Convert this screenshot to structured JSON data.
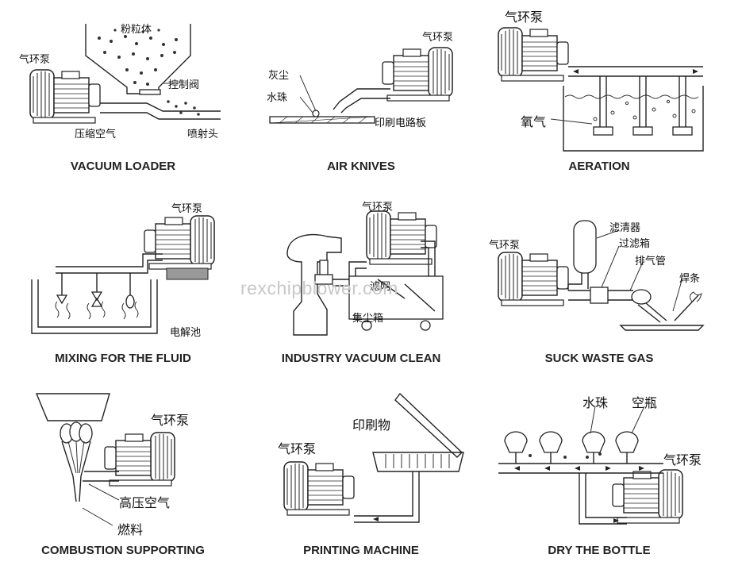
{
  "watermark": "rexchipblower.com",
  "panels": [
    {
      "caption": "VACUUM LOADER",
      "labels": [
        "气环泵",
        "粉粒体",
        "控制阀",
        "压缩空气",
        "喷射头"
      ]
    },
    {
      "caption": "AIR KNIVES",
      "labels": [
        "气环泵",
        "灰尘",
        "水珠",
        "印刷电路板"
      ]
    },
    {
      "caption": "AERATION",
      "labels": [
        "气环泵",
        "氧气"
      ]
    },
    {
      "caption": "MIXING FOR THE FLUID",
      "labels": [
        "气环泵",
        "电解池"
      ]
    },
    {
      "caption": "INDUSTRY VACUUM CLEAN",
      "labels": [
        "气环泵",
        "滤网",
        "集尘箱"
      ]
    },
    {
      "caption": "SUCK WASTE GAS",
      "labels": [
        "滤清器",
        "过滤箱",
        "气环泵",
        "排气管",
        "焊条"
      ]
    },
    {
      "caption": "COMBUSTION SUPPORTING",
      "labels": [
        "气环泵",
        "高压空气",
        "燃料"
      ]
    },
    {
      "caption": "PRINTING MACHINE",
      "labels": [
        "印刷物",
        "气环泵"
      ]
    },
    {
      "caption": "DRY THE BOTTLE",
      "labels": [
        "水珠",
        "空瓶",
        "气环泵"
      ]
    }
  ]
}
